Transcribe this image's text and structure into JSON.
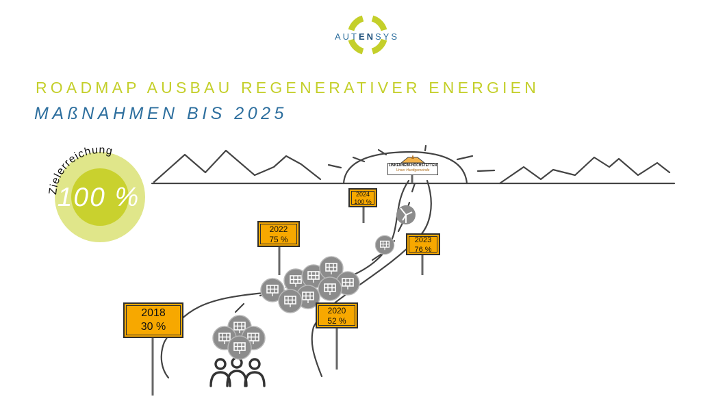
{
  "logo": {
    "pre": "AUT",
    "mid": "EN",
    "post": "SYS"
  },
  "title": "ROADMAP AUSBAU REGENERATIVER ENERGIEN",
  "subtitle": "MAßNAHMEN BIS 2025",
  "goal": {
    "label": "Zielerreichung",
    "value": "100 %"
  },
  "town_sign": {
    "name": "LINKENHEIM-HOCHSTETTEN",
    "slogan": "Unser Hardtgemeinde"
  },
  "milestones": [
    {
      "year": "2018",
      "percent": "30 %"
    },
    {
      "year": "2020",
      "percent": "52 %"
    },
    {
      "year": "2022",
      "percent": "75 %"
    },
    {
      "year": "2023",
      "percent": "76 %"
    },
    {
      "year": "2024",
      "percent": "100 %"
    }
  ],
  "colors": {
    "lime": "#c4cf2a",
    "blue": "#2e6f9e",
    "sign": "#f7a800"
  }
}
